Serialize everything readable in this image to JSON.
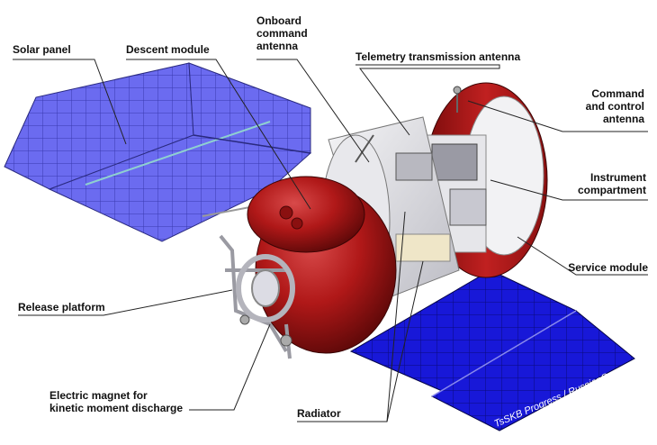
{
  "labels": {
    "solar_panel": "Solar panel",
    "descent_module": "Descent module",
    "onboard_antenna": [
      "Onboard",
      "command",
      "antenna"
    ],
    "telemetry_antenna": "Telemetry transmission antenna",
    "cc_antenna": [
      "Command",
      "and control",
      "antenna"
    ],
    "instrument_compartment": [
      "Instrument",
      "compartment"
    ],
    "service_module": "Service module",
    "release_platform": "Release platform",
    "electric_magnet": [
      "Electric magnet for",
      "kinetic moment discharge"
    ],
    "radiator": "Radiator"
  },
  "credit": "TsSKB Progress / RussianSpaceWeb.com",
  "colors": {
    "panel_violet": "#6b6bf0",
    "panel_blue": "#1818d8",
    "hull_red": "#b01818",
    "hull_dark": "#7a0c0c",
    "frame_gray": "#d8d8dc",
    "leader": "#222222"
  }
}
